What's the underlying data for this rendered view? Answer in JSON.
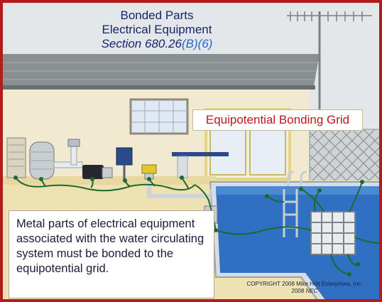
{
  "title": {
    "line1": "Bonded Parts",
    "line2": "Electrical Equipment",
    "section_prefix": "Section 680.26",
    "section_suffix": "(B)(6)"
  },
  "callout": "Equipotential Bonding Grid",
  "note": "Metal parts of electrical equipment associated with the water circulating system must be bonded to the equipotential grid.",
  "copyright": {
    "line1": "COPYRIGHT 2008  Mike Holt Enterprises, Inc.",
    "line2_year": "2008 ",
    "line2_code": "NEC"
  },
  "colors": {
    "frame": "#b31c1c",
    "sky": "#e3e7ea",
    "roof": "#8a8f91",
    "wall": "#f1ead0",
    "ground": "#efe2b2",
    "pool_water": "#2f70c2",
    "bond_wire": "#1e6a2c",
    "callout_text": "#c0161a"
  }
}
